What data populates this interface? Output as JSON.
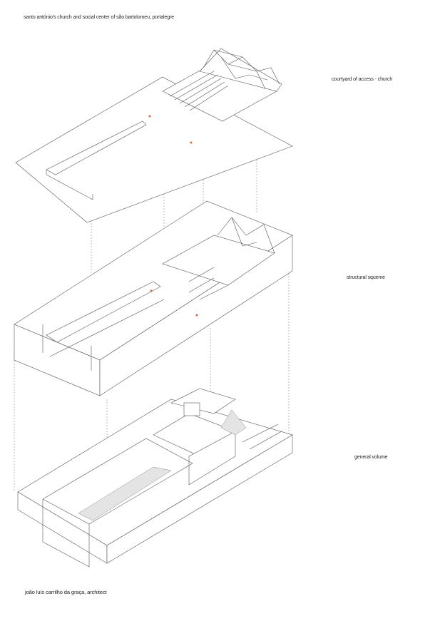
{
  "header": {
    "title": "santo antónio's church and social center of são bartolomeu, portalegre"
  },
  "labels": {
    "layer1": "courtyard of access - church",
    "layer2": "structural squeme",
    "layer3": "general volume"
  },
  "footer": {
    "credit": "joão luís carrilho da graça, architect"
  },
  "colors": {
    "line": "#555555",
    "accent": "#e8622a"
  }
}
